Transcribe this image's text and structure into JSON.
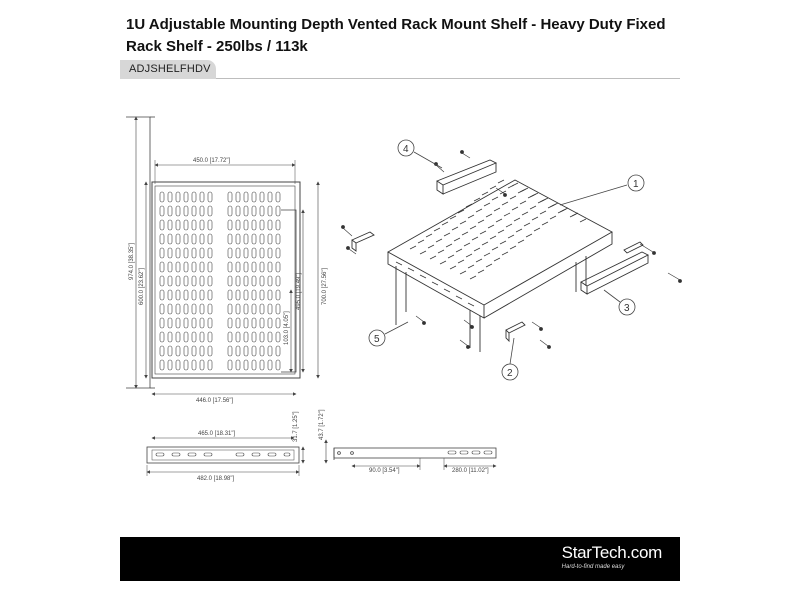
{
  "product": {
    "title": "1U Adjustable Mounting Depth Vented Rack Mount Shelf - Heavy Duty Fixed Rack Shelf - 250lbs / 113k",
    "sku": "ADJSHELFHDV"
  },
  "drawing": {
    "top_view": {
      "overall_width": "450.0 [17.72\"]",
      "inner_width": "446.0 [17.56\"]",
      "max_depth": "974.0 [38.35\"]",
      "depth_600": "600.0 [23.62\"]",
      "depth_700": "700.0 [27.56\"]",
      "adjust_495": "495.0 [19.49\"]",
      "adjust_103": "103.0 [4.05\"]"
    },
    "front_view": {
      "inner_width": "465.0 [18.31\"]",
      "outer_width": "482.0 [18.98\"]",
      "height": "31.7 [1.25\"]"
    },
    "side_view": {
      "height": "43.7 [1.72\"]",
      "offset": "90.0 [3.54\"]",
      "slot_length": "280.0 [11.02\"]"
    },
    "callouts": [
      "1",
      "2",
      "3",
      "4",
      "5"
    ]
  },
  "brand": {
    "name": "StarTech.com",
    "tagline": "Hard-to-find made easy"
  }
}
